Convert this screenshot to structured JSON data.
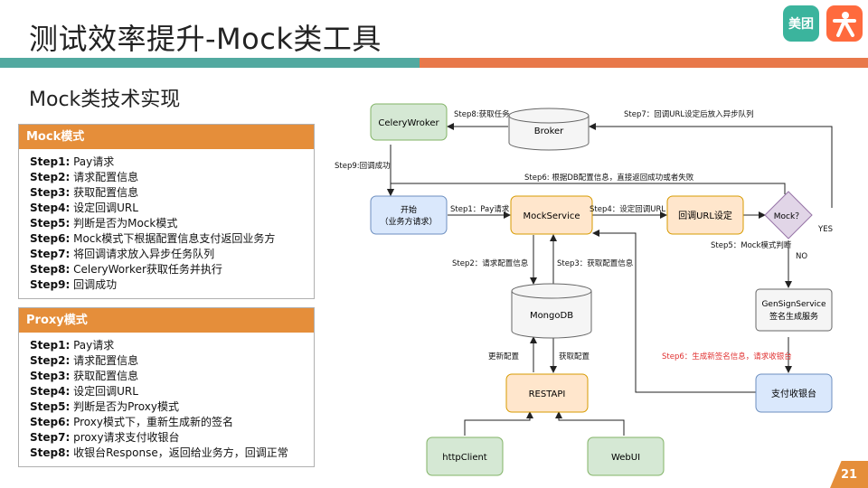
{
  "header": {
    "title": "测试效率提升-Mock类工具",
    "logo1_text": "美团",
    "logo2_icon": "dazhong-person-icon"
  },
  "subtitle": "Mock类技术实现",
  "mock_panel": {
    "title": "Mock模式",
    "steps": [
      {
        "label": "Step1:",
        "text": "Pay请求"
      },
      {
        "label": "Step2:",
        "text": "请求配置信息"
      },
      {
        "label": "Step3:",
        "text": "获取配置信息"
      },
      {
        "label": "Step4:",
        "text": "设定回调URL"
      },
      {
        "label": "Step5:",
        "text": "判断是否为Mock模式"
      },
      {
        "label": "Step6:",
        "text": "Mock模式下根据配置信息支付返回业务方"
      },
      {
        "label": "Step7:",
        "text": "将回调请求放入异步任务队列"
      },
      {
        "label": "Step8:",
        "text": "CeleryWorker获取任务并执行"
      },
      {
        "label": "Step9:",
        "text": "回调成功"
      }
    ]
  },
  "proxy_panel": {
    "title": "Proxy模式",
    "steps": [
      {
        "label": "Step1:",
        "text": "Pay请求"
      },
      {
        "label": "Step2:",
        "text": "请求配置信息"
      },
      {
        "label": "Step3:",
        "text": "获取配置信息"
      },
      {
        "label": "Step4:",
        "text": "设定回调URL"
      },
      {
        "label": "Step5:",
        "text": "判断是否为Proxy模式"
      },
      {
        "label": "Step6:",
        "text": "Proxy模式下，重新生成新的签名"
      },
      {
        "label": "Step7:",
        "text": "proxy请求支付收银台"
      },
      {
        "label": "Step8:",
        "text": "收银台Response，返回给业务方，回调正常"
      }
    ]
  },
  "diagram": {
    "nodes": {
      "celery": "CeleryWroker",
      "broker": "Broker",
      "start_line1": "开始",
      "start_line2": "（业务方请求）",
      "mockservice": "MockService",
      "callback": "回调URL设定",
      "mock_decision": "Mock？",
      "mongodb": "MongoDB",
      "gensign_line1": "GenSignService",
      "gensign_line2": "签名生成服务",
      "restapi": "RESTAPI",
      "cashier": "支付收银台",
      "httpclient": "httpClient",
      "webui": "WebUI"
    },
    "edges": {
      "step8": "Step8:获取任务",
      "step7": "Step7：回调URL设定后放入异步队列",
      "step9": "Step9:回调成功",
      "step6": "Step6: 根据DB配置信息，直接返回成功或者失败",
      "step1": "Step1：Pay请求",
      "step4": "Step4：设定回调URL",
      "yes": "YES",
      "step5": "Step5：Mock模式判断",
      "no": "NO",
      "step2": "Step2：请求配置信息",
      "step3": "Step3：获取配置信息",
      "update_config": "更新配置",
      "get_config": "获取配置",
      "step6_red": "Step6：生成新签名信息，请求收银台"
    },
    "colors": {
      "green": "#d5e8d4",
      "green_border": "#82b366",
      "blue": "#dae8fc",
      "blue_border": "#6c8ebf",
      "orange": "#ffe6cc",
      "orange_border": "#d79b00",
      "purple": "#e1d5e7",
      "purple_border": "#9673a6",
      "gray": "#f5f5f5",
      "red": "#e03030"
    }
  },
  "page_number": "21"
}
